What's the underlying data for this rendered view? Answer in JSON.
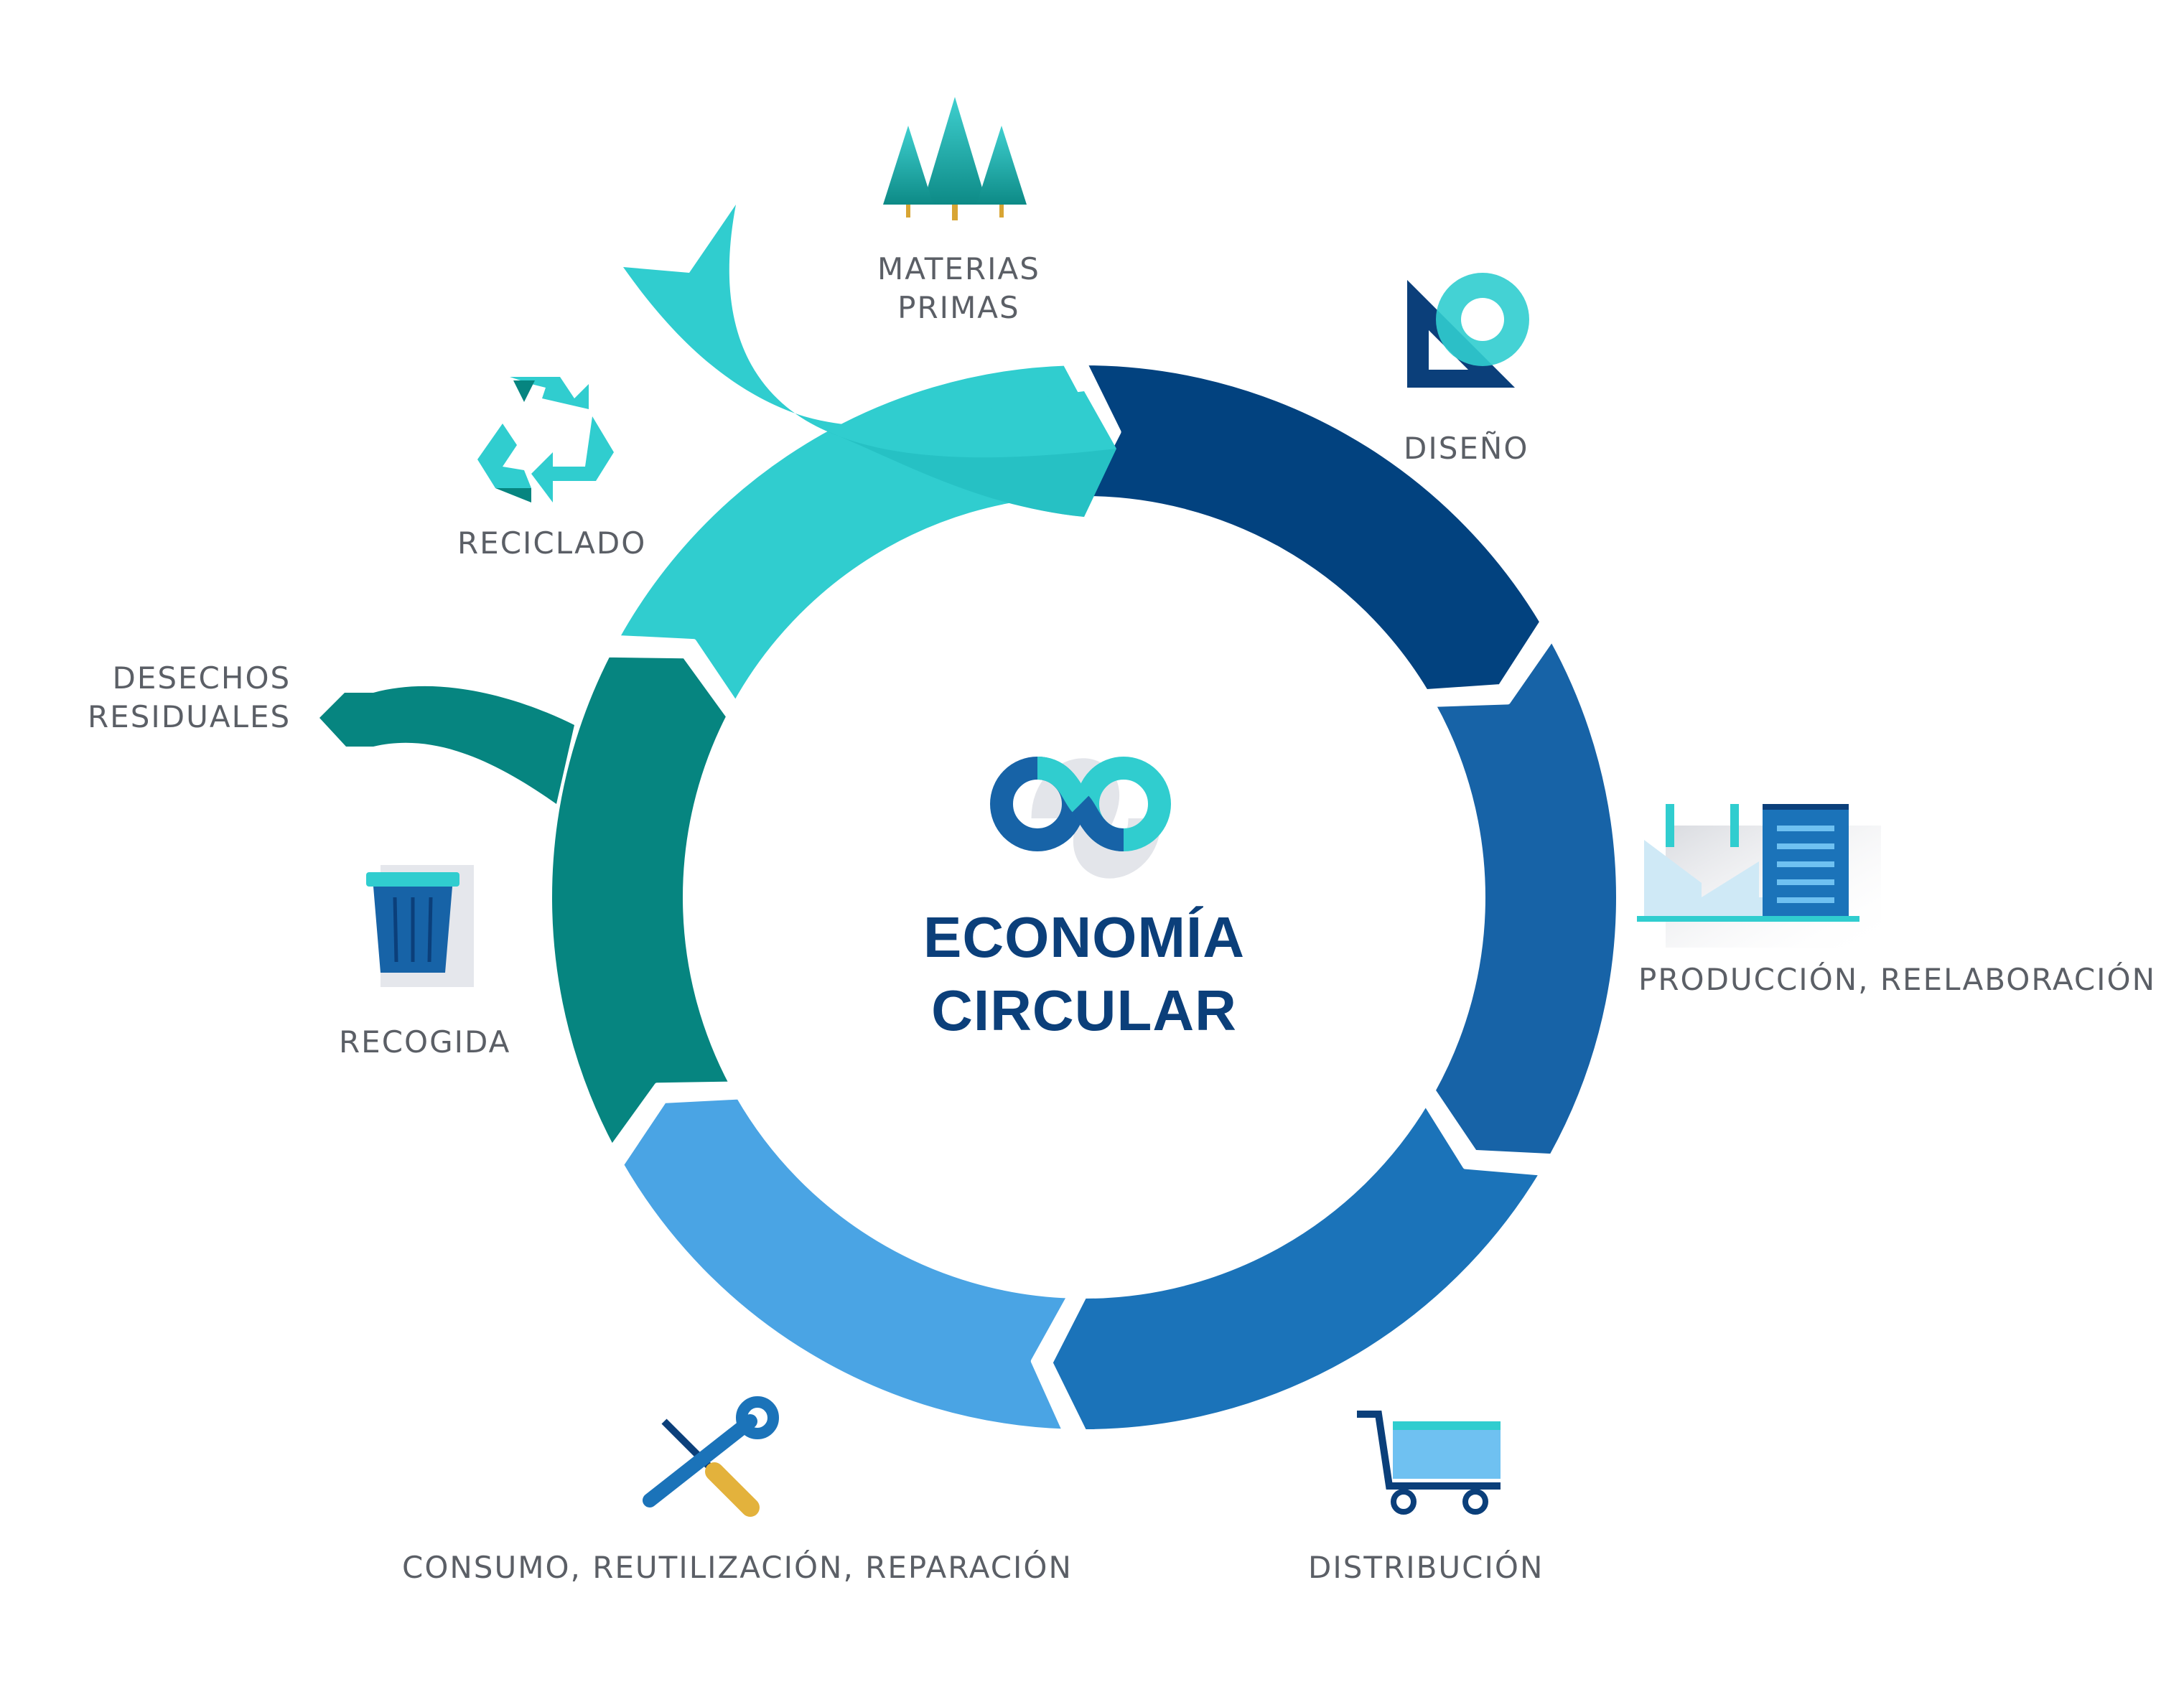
{
  "title": {
    "lines": [
      "ECONOMÍA",
      "CIRCULAR"
    ]
  },
  "labels": {
    "materias_primas": [
      "MATERIAS",
      "PRIMAS"
    ],
    "diseno": [
      "DISEÑO"
    ],
    "produccion": [
      "PRODUCCIÓN, REELABORACIÓN"
    ],
    "distribucion": [
      "DISTRIBUCIÓN"
    ],
    "consumo": [
      "CONSUMO, REUTILIZACIÓN,  REPARACIÓN"
    ],
    "recogida": [
      "RECOGIDA"
    ],
    "reciclado": [
      "RECICLADO"
    ],
    "desechos": [
      "DESECHOS",
      "RESIDUALES"
    ]
  },
  "icons": {
    "materias_primas": "trees-icon",
    "diseno": "set-square-protractor-icon",
    "produccion": "factory-icon",
    "distribucion": "shopping-cart-icon",
    "consumo": "wrench-screwdriver-icon",
    "recogida": "trash-bin-icon",
    "reciclado": "recycle-icon",
    "center": "infinity-icon"
  },
  "colors": {
    "title": "#0b3f7a",
    "diseno": "#02427f",
    "produccion": "#1763a7",
    "distribucion": "#1b73b9",
    "consumo": "#4aa4e4",
    "recogida": "#068580",
    "reciclado": "#30cdcf",
    "label": "#5b5f66"
  }
}
